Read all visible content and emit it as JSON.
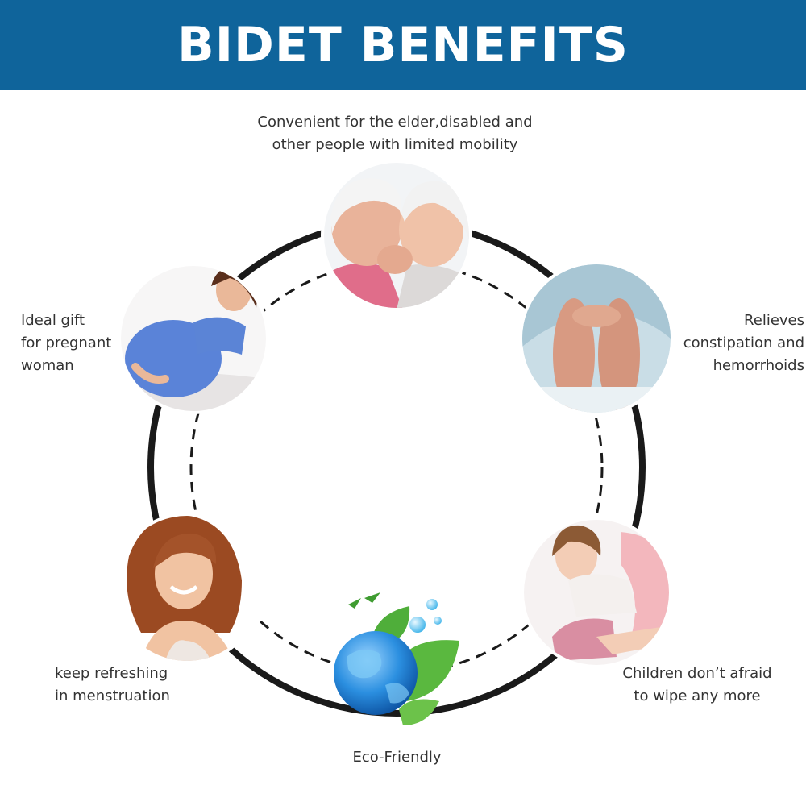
{
  "header": {
    "title": "BIDET BENEFITS"
  },
  "benefits": {
    "elderly": {
      "lines": [
        "Convenient for the elder,disabled and",
        "other people with limited mobility"
      ]
    },
    "pregnant": {
      "lines": [
        "Ideal gift",
        "for pregnant",
        "woman"
      ]
    },
    "constipation": {
      "lines": [
        "Relieves",
        "constipation and",
        "hemorrhoids"
      ]
    },
    "menstruation": {
      "lines": [
        "keep refreshing",
        "in menstruation"
      ]
    },
    "children": {
      "lines": [
        "Children don’t afraid",
        "to wipe any more"
      ]
    },
    "eco": {
      "lines": [
        "Eco-Friendly"
      ]
    }
  },
  "colors": {
    "banner": "#0f649b",
    "ring": "#1a1a1a",
    "text": "#333333"
  },
  "icons": [
    "elderly-couple-photo",
    "pregnant-woman-photo",
    "knees-photo",
    "smiling-woman-photo",
    "child-potty-photo",
    "globe-leaves-icon"
  ]
}
